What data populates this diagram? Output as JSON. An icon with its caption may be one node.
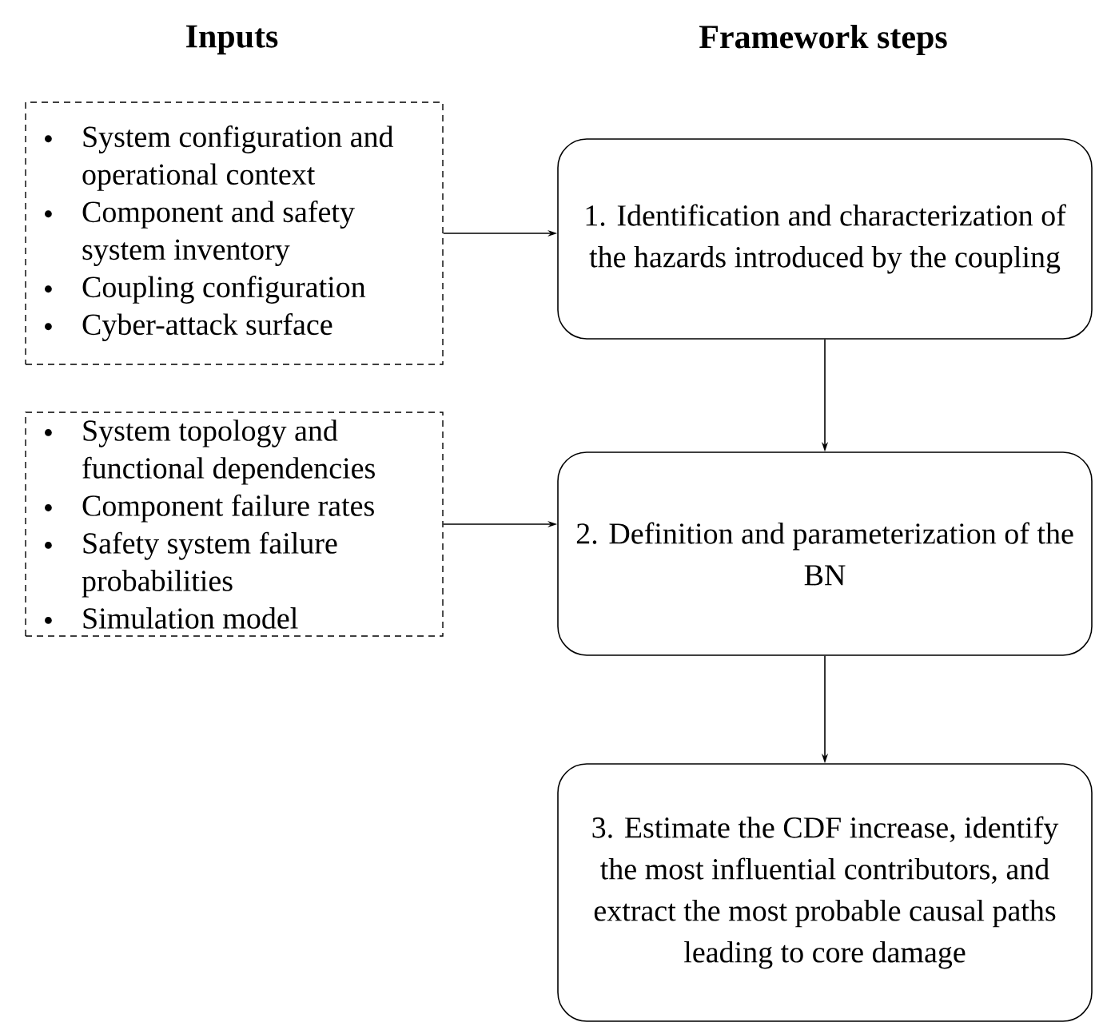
{
  "diagram": {
    "nodes": [
      {
        "text": [
          "System configuration and operational context",
          "Component and safety system inventory",
          "Coupling configuration",
          "Cyber-attack surface"
        ]
      },
      {
        "text": [
          "1. Identification and characterization of the hazards introduced by the coupling"
        ]
      },
      {
        "text": [
          "System topology and functional dependencies",
          "Component failure rates",
          "Safety system failure probabilities",
          "Simulation model"
        ]
      },
      {
        "text": [
          "2. Definition and parameterization of the BN"
        ]
      },
      {
        "text": [
          "3. Estimate the CDF increase, identify the most influential contributors, and extract the most probable causal paths leading to core damage"
        ]
      }
    ],
    "edges": [
      {
        "from": 0,
        "to": 1,
        "arrow": "to"
      },
      {
        "from": 2,
        "to": 3,
        "arrow": "to"
      },
      {
        "from": 1,
        "to": 3,
        "arrow": "to"
      },
      {
        "from": 3,
        "to": 4,
        "arrow": "to"
      }
    ],
    "labels": [
      "Inputs",
      "Framework steps"
    ]
  }
}
